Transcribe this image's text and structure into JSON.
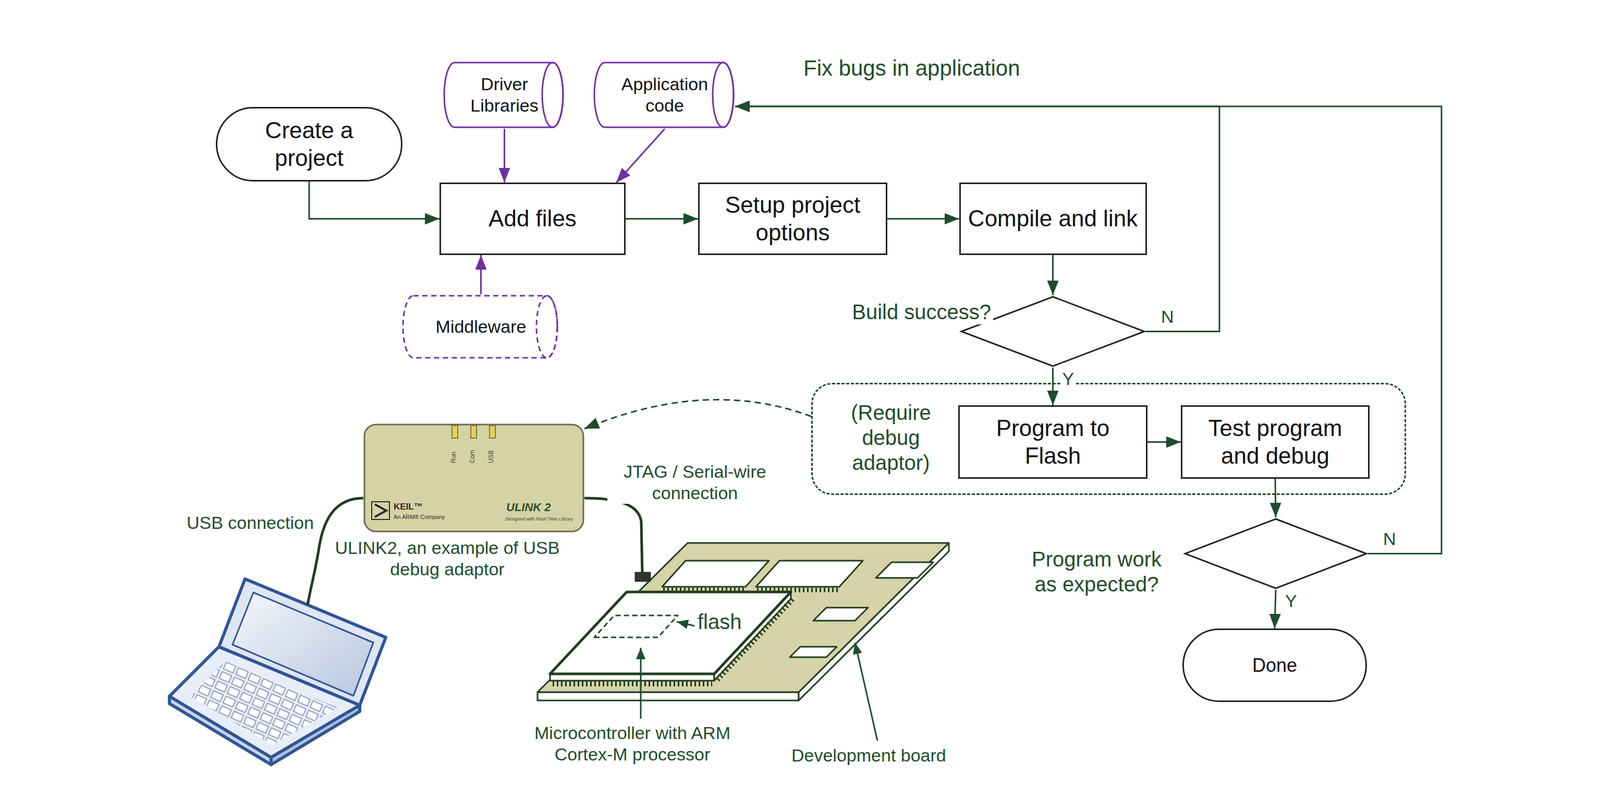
{
  "diagram": {
    "nodes": [
      {
        "text": [
          "Create a project"
        ]
      },
      {
        "text": [
          "Driver Libraries"
        ]
      },
      {
        "text": [
          "Application code"
        ]
      },
      {
        "text": [
          "Add files"
        ]
      },
      {
        "text": [
          "Setup project options"
        ]
      },
      {
        "text": [
          "Compile and link"
        ]
      },
      {
        "text": [
          "Middleware"
        ]
      },
      {
        "text": [
          "Build success?"
        ]
      },
      {
        "text": [
          "(Require debug adaptor)"
        ]
      },
      {
        "text": [
          "Program to Flash"
        ],
        "in": 8
      },
      {
        "text": [
          "Test program and debug"
        ],
        "in": 8
      },
      {
        "text": [
          "Program work as expected?"
        ]
      },
      {
        "text": [
          "Done"
        ]
      },
      {
        "text": [
          "Run",
          "Com",
          "USB",
          "KEIL™",
          "An ARM® Company",
          "ULINK 2",
          "Designed with Real-Time Library"
        ]
      }
    ],
    "edges": [
      {
        "from": 0,
        "to": 3,
        "arrow": "to"
      },
      {
        "from": 1,
        "to": 3,
        "arrow": "to"
      },
      {
        "from": 2,
        "to": 3,
        "arrow": "to"
      },
      {
        "from": 6,
        "to": 3,
        "arrow": "to"
      },
      {
        "from": 3,
        "to": 4,
        "arrow": "to"
      },
      {
        "from": 4,
        "to": 5,
        "arrow": "to"
      },
      {
        "from": 5,
        "to": 7,
        "arrow": "to"
      },
      {
        "from": 7,
        "to": 2,
        "label": "N",
        "arrow": "to"
      },
      {
        "from": 7,
        "to": 9,
        "label": "Y",
        "arrow": "to"
      },
      {
        "from": 9,
        "to": 10,
        "arrow": "to"
      },
      {
        "from": 10,
        "to": 11,
        "arrow": "to"
      },
      {
        "from": 11,
        "to": 2,
        "label": "N",
        "arrow": "to"
      },
      {
        "from": 11,
        "to": 12,
        "label": "Y",
        "arrow": "to"
      },
      {
        "from": 8,
        "to": 13,
        "arrow": "to"
      }
    ],
    "labels": [
      "Fix bugs in application",
      "USB connection",
      "JTAG / Serial-wire connection",
      "ULINK2, an example of USB debug adaptor",
      "flash",
      "Microcontroller with ARM Cortex-M processor",
      "Development board"
    ]
  }
}
